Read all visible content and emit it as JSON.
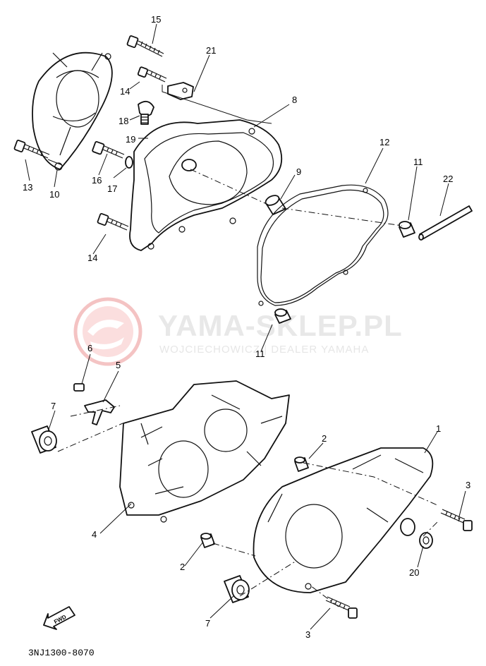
{
  "watermark": {
    "title": "YAMA-SKLEP.PL",
    "subtitle": "WOJCIECHOWICZ | DEALER YAMAHA",
    "color": "#f2b6b6"
  },
  "diagram_code": "3NJ1300-8070",
  "fwd_label": "FWD",
  "part_labels": [
    "15",
    "21",
    "14",
    "8",
    "18",
    "19",
    "13",
    "10",
    "16",
    "17",
    "14",
    "9",
    "12",
    "11",
    "22",
    "11",
    "6",
    "5",
    "7",
    "2",
    "1",
    "4",
    "3",
    "2",
    "20",
    "7",
    "3"
  ]
}
